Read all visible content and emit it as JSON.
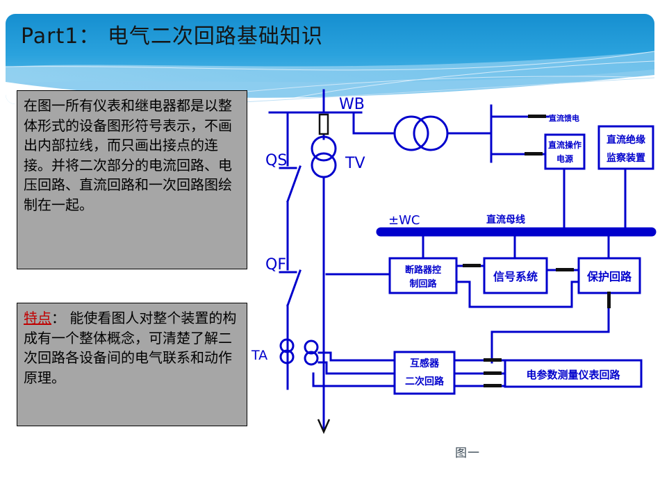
{
  "slide": {
    "title": "Part1： 电气二次回路基础知识",
    "banner_color_dark": "#1b9ad6",
    "banner_color_light": "#7cc8ee",
    "background": "#ffffff"
  },
  "textboxes": [
    {
      "name": "description-box",
      "text": "在图一所有仪表和继电器都是以整体形式的设备图形符号表示，不画出内部拉线，而只画出接点的连接。并将二次部分的电流回路、电压回路、直流回路和一次回路图绘制在一起。",
      "fill": "#a6a6a6",
      "border": "#000000"
    },
    {
      "name": "feature-box",
      "label": "特点",
      "label_color": "#c00000",
      "separator": "： ",
      "text": "能使看图人对整个装置的构成有一个整体概念，可清楚了解二次回路各设备间的电气联系和动作原理。",
      "fill": "#a6a6a6",
      "border": "#000000"
    }
  ],
  "diagram": {
    "caption": "图一",
    "line_color": "#0000cc",
    "accent_color": "#000000",
    "labels": {
      "wb": "WB",
      "ds": "QS",
      "qf": "QF",
      "tv": "TV",
      "ta": "TA",
      "wc": "±WC"
    },
    "annotations": [
      {
        "name": "dc-busbar-label",
        "text": "直流母线"
      },
      {
        "name": "control-power-label",
        "text": "直流馈电"
      }
    ],
    "blocks": [
      {
        "name": "dc-operation-power",
        "lines": [
          "直流操作",
          "电源"
        ]
      },
      {
        "name": "dc-insulation-monitor",
        "lines": [
          "直流绝缘",
          "监察装置"
        ]
      },
      {
        "name": "breaker-control-circuit",
        "lines": [
          "断路器控",
          "制回路"
        ]
      },
      {
        "name": "signal-system",
        "lines": [
          "信号系统"
        ]
      },
      {
        "name": "protection-circuit",
        "lines": [
          "保护回路"
        ]
      },
      {
        "name": "transformer-secondary-circuit",
        "lines": [
          "互感器",
          "二次回路"
        ]
      },
      {
        "name": "measurement-instrument-circuit",
        "lines": [
          "电参数测量仪表回路"
        ]
      }
    ]
  }
}
